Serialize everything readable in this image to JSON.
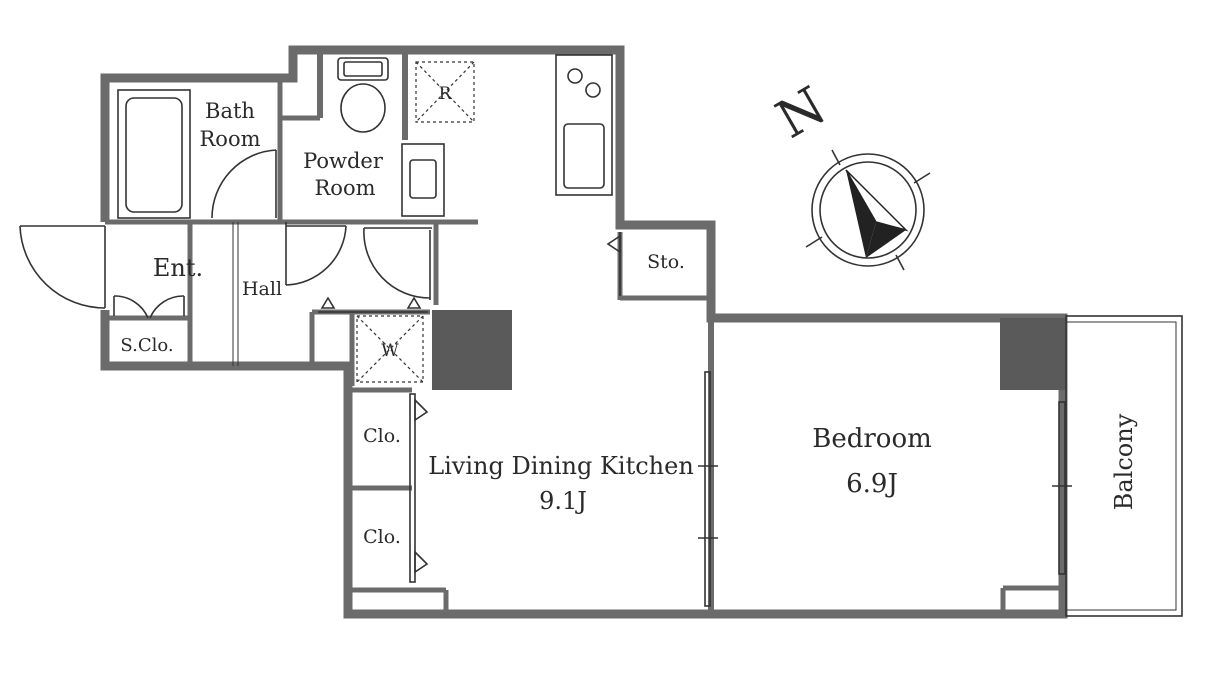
{
  "plan": {
    "rooms": {
      "bath": {
        "line1": "Bath",
        "line2": "Room"
      },
      "powder": {
        "line1": "Powder",
        "line2": "Room"
      },
      "refrigerator": "R",
      "storage": "Sto.",
      "entrance": "Ent.",
      "hall": "Hall",
      "shoe_closet": "S.Clo.",
      "washer": "W",
      "closet_upper": "Clo.",
      "closet_lower": "Clo.",
      "ldk": {
        "name": "Living Dining Kitchen",
        "size": "9.1J"
      },
      "bedroom": {
        "name": "Bedroom",
        "size": "6.9J"
      },
      "balcony": "Balcony"
    },
    "compass": {
      "letter": "N"
    },
    "colors": {
      "wall": "#6b6b6b",
      "pillar": "#5a5a5a",
      "line": "#333333"
    }
  }
}
